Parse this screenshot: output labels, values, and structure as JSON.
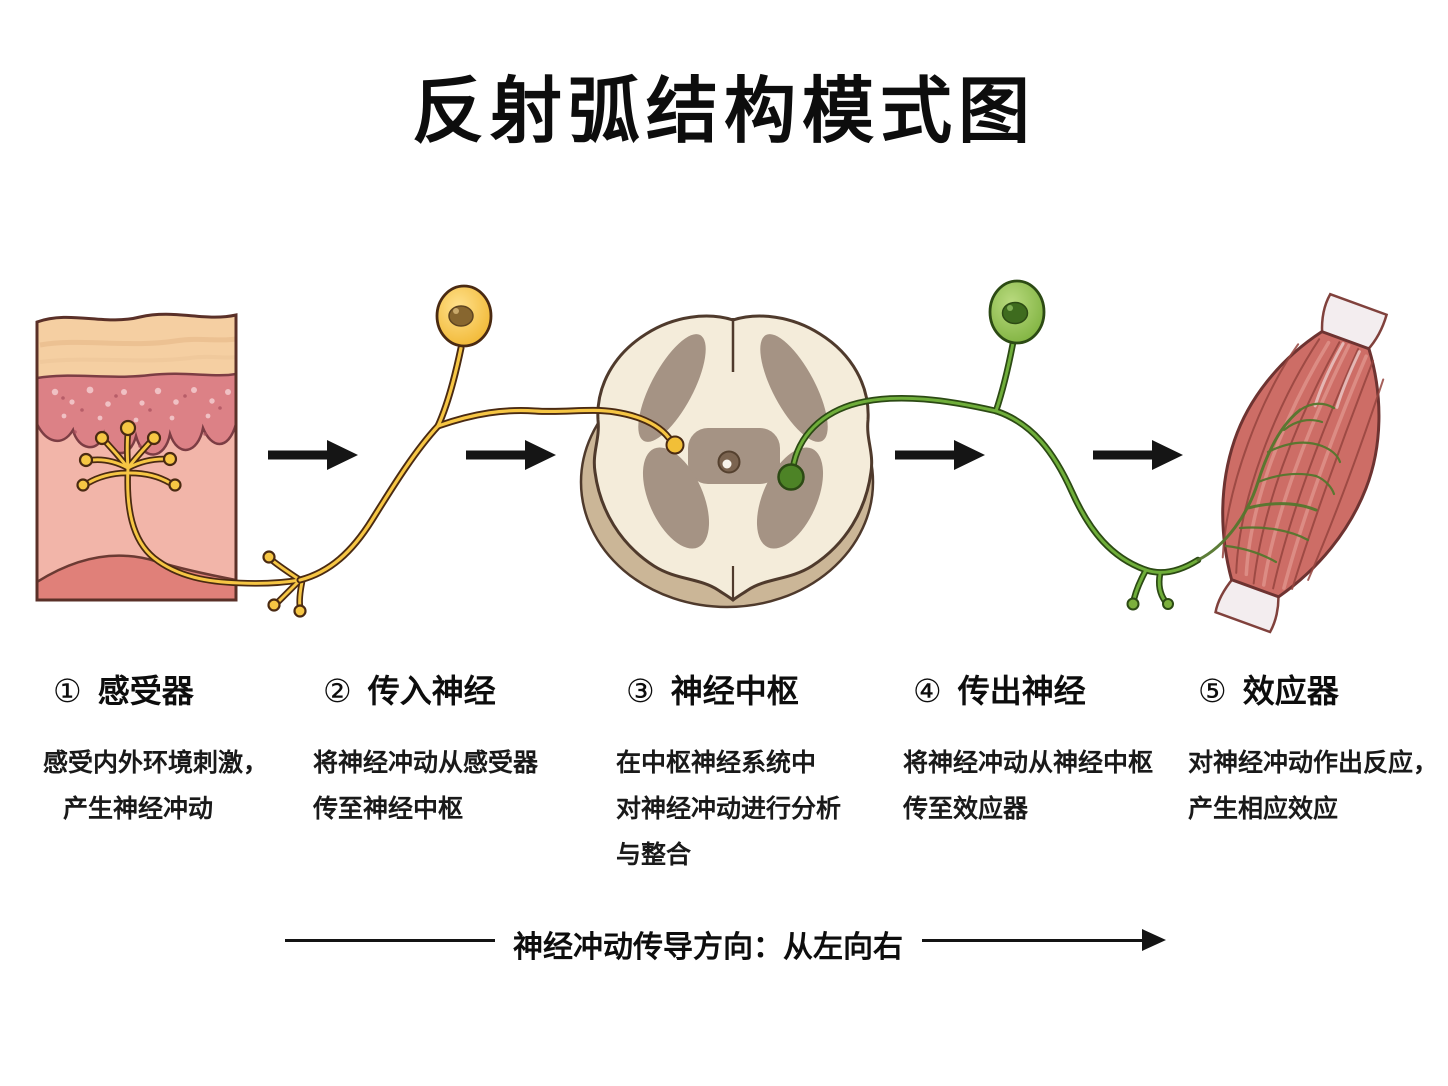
{
  "title": "反射弧结构模式图",
  "steps": [
    {
      "num": "①",
      "name": "感受器",
      "desc": [
        "感受内外环境刺激，",
        "产生神经冲动"
      ]
    },
    {
      "num": "②",
      "name": "传入神经",
      "desc": [
        "将神经冲动从感受器",
        "传至神经中枢"
      ]
    },
    {
      "num": "③",
      "name": "神经中枢",
      "desc": [
        "在中枢神经系统中",
        "对神经冲动进行分析",
        "与整合"
      ]
    },
    {
      "num": "④",
      "name": "传出神经",
      "desc": [
        "将神经冲动从神经中枢",
        "传至效应器"
      ]
    },
    {
      "num": "⑤",
      "name": "效应器",
      "desc": [
        "对神经冲动作出反应，",
        "产生相应效应"
      ]
    }
  ],
  "direction_note": "神经冲动传导方向：从左向右",
  "illustrations": [
    "skin-receptor",
    "afferent-neuron",
    "spinal-cord-cross-section",
    "efferent-neuron",
    "muscle-effector"
  ],
  "colors": {
    "afferent_yellow": "#f6c644",
    "efferent_green": "#6fae3a",
    "cord_cream": "#f4ecda",
    "gray_matter": "#a59384",
    "muscle_red": "#cd6d66",
    "skin_pink": "#f2b5a9",
    "dermis_pink": "#dc8186",
    "epidermis_tan": "#f5cfa2",
    "arrow_black": "#151515"
  }
}
